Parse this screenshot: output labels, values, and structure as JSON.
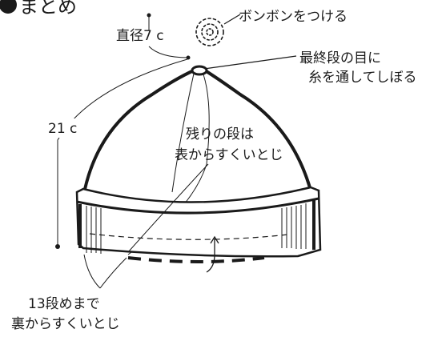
{
  "title": "まとめ",
  "labels": {
    "pompom": "ボンボンをつける",
    "diameter": "直径7 c",
    "gather_line1": "最終段の目に",
    "gather_line2": "糸を通してしぼる",
    "length": "21 c",
    "remaining_line1": "残りの段は",
    "remaining_line2": "表からすくいとじ",
    "brim_line1": "13段めまで",
    "brim_line2": "裏からすくいとじ"
  }
}
